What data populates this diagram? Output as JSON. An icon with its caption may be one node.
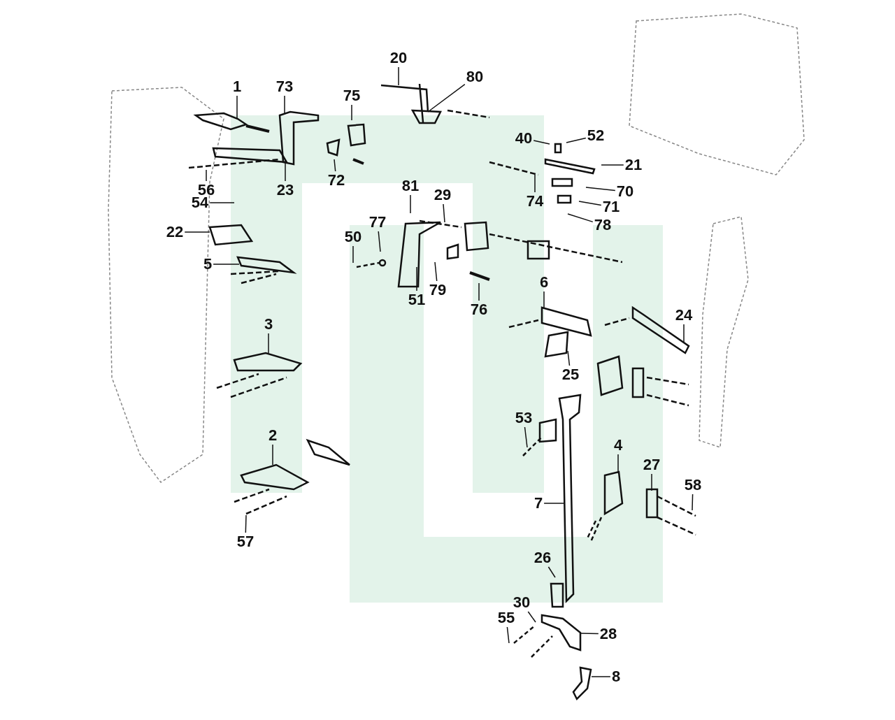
{
  "diagram": {
    "nodes": [
      {
        "text": [
          "1"
        ]
      },
      {
        "text": [
          "73"
        ]
      },
      {
        "text": [
          "75"
        ]
      },
      {
        "text": [
          "20"
        ]
      },
      {
        "text": [
          "80"
        ]
      },
      {
        "text": [
          "40"
        ]
      },
      {
        "text": [
          "52"
        ]
      },
      {
        "text": [
          "21"
        ]
      },
      {
        "text": [
          "70"
        ]
      },
      {
        "text": [
          "74"
        ]
      },
      {
        "text": [
          "71"
        ]
      },
      {
        "text": [
          "78"
        ]
      },
      {
        "text": [
          "56"
        ]
      },
      {
        "text": [
          "23"
        ]
      },
      {
        "text": [
          "72"
        ]
      },
      {
        "text": [
          "81"
        ]
      },
      {
        "text": [
          "29"
        ]
      },
      {
        "text": [
          "54"
        ]
      },
      {
        "text": [
          "22"
        ]
      },
      {
        "text": [
          "5"
        ]
      },
      {
        "text": [
          "50"
        ]
      },
      {
        "text": [
          "77"
        ]
      },
      {
        "text": [
          "51"
        ]
      },
      {
        "text": [
          "79"
        ]
      },
      {
        "text": [
          "76"
        ]
      },
      {
        "text": [
          "6"
        ]
      },
      {
        "text": [
          "24"
        ]
      },
      {
        "text": [
          "3"
        ]
      },
      {
        "text": [
          "25"
        ]
      },
      {
        "text": [
          "53"
        ]
      },
      {
        "text": [
          "2"
        ]
      },
      {
        "text": [
          "4"
        ]
      },
      {
        "text": [
          "27"
        ]
      },
      {
        "text": [
          "58"
        ]
      },
      {
        "text": [
          "7"
        ]
      },
      {
        "text": [
          "57"
        ]
      },
      {
        "text": [
          "26"
        ]
      },
      {
        "text": [
          "30"
        ]
      },
      {
        "text": [
          "55"
        ]
      },
      {
        "text": [
          "28"
        ]
      },
      {
        "text": [
          "8"
        ]
      }
    ],
    "edges": [
      {
        "from": 0,
        "to": null,
        "arrow": "none"
      },
      {
        "from": 1,
        "to": null,
        "arrow": "none"
      },
      {
        "from": 2,
        "to": null,
        "arrow": "none"
      },
      {
        "from": 3,
        "to": null,
        "arrow": "none"
      },
      {
        "from": 4,
        "to": null,
        "arrow": "none"
      },
      {
        "from": 5,
        "to": null,
        "arrow": "none"
      },
      {
        "from": 6,
        "to": null,
        "arrow": "none"
      },
      {
        "from": 7,
        "to": null,
        "arrow": "none"
      },
      {
        "from": 8,
        "to": null,
        "arrow": "none"
      },
      {
        "from": 9,
        "to": null,
        "arrow": "none"
      },
      {
        "from": 10,
        "to": null,
        "arrow": "none"
      },
      {
        "from": 11,
        "to": null,
        "arrow": "none"
      },
      {
        "from": 12,
        "to": null,
        "arrow": "none"
      },
      {
        "from": 13,
        "to": null,
        "arrow": "none"
      },
      {
        "from": 14,
        "to": null,
        "arrow": "none"
      },
      {
        "from": 15,
        "to": null,
        "arrow": "none"
      },
      {
        "from": 16,
        "to": null,
        "arrow": "none"
      },
      {
        "from": 17,
        "to": null,
        "arrow": "none"
      },
      {
        "from": 18,
        "to": null,
        "arrow": "none"
      },
      {
        "from": 19,
        "to": null,
        "arrow": "none"
      },
      {
        "from": 20,
        "to": null,
        "arrow": "none"
      },
      {
        "from": 21,
        "to": null,
        "arrow": "none"
      },
      {
        "from": 22,
        "to": null,
        "arrow": "none"
      },
      {
        "from": 23,
        "to": null,
        "arrow": "none"
      },
      {
        "from": 24,
        "to": null,
        "arrow": "none"
      },
      {
        "from": 25,
        "to": null,
        "arrow": "none"
      },
      {
        "from": 26,
        "to": null,
        "arrow": "none"
      },
      {
        "from": 27,
        "to": null,
        "arrow": "none"
      },
      {
        "from": 28,
        "to": null,
        "arrow": "none"
      },
      {
        "from": 29,
        "to": null,
        "arrow": "none"
      },
      {
        "from": 30,
        "to": null,
        "arrow": "none"
      },
      {
        "from": 31,
        "to": null,
        "arrow": "none"
      },
      {
        "from": 32,
        "to": null,
        "arrow": "none"
      },
      {
        "from": 33,
        "to": null,
        "arrow": "none"
      },
      {
        "from": 34,
        "to": null,
        "arrow": "none"
      },
      {
        "from": 35,
        "to": null,
        "arrow": "none"
      },
      {
        "from": 36,
        "to": null,
        "arrow": "none"
      },
      {
        "from": 37,
        "to": null,
        "arrow": "none"
      },
      {
        "from": 38,
        "to": null,
        "arrow": "none"
      },
      {
        "from": 39,
        "to": null,
        "arrow": "none"
      },
      {
        "from": 40,
        "to": null,
        "arrow": "none"
      }
    ]
  }
}
